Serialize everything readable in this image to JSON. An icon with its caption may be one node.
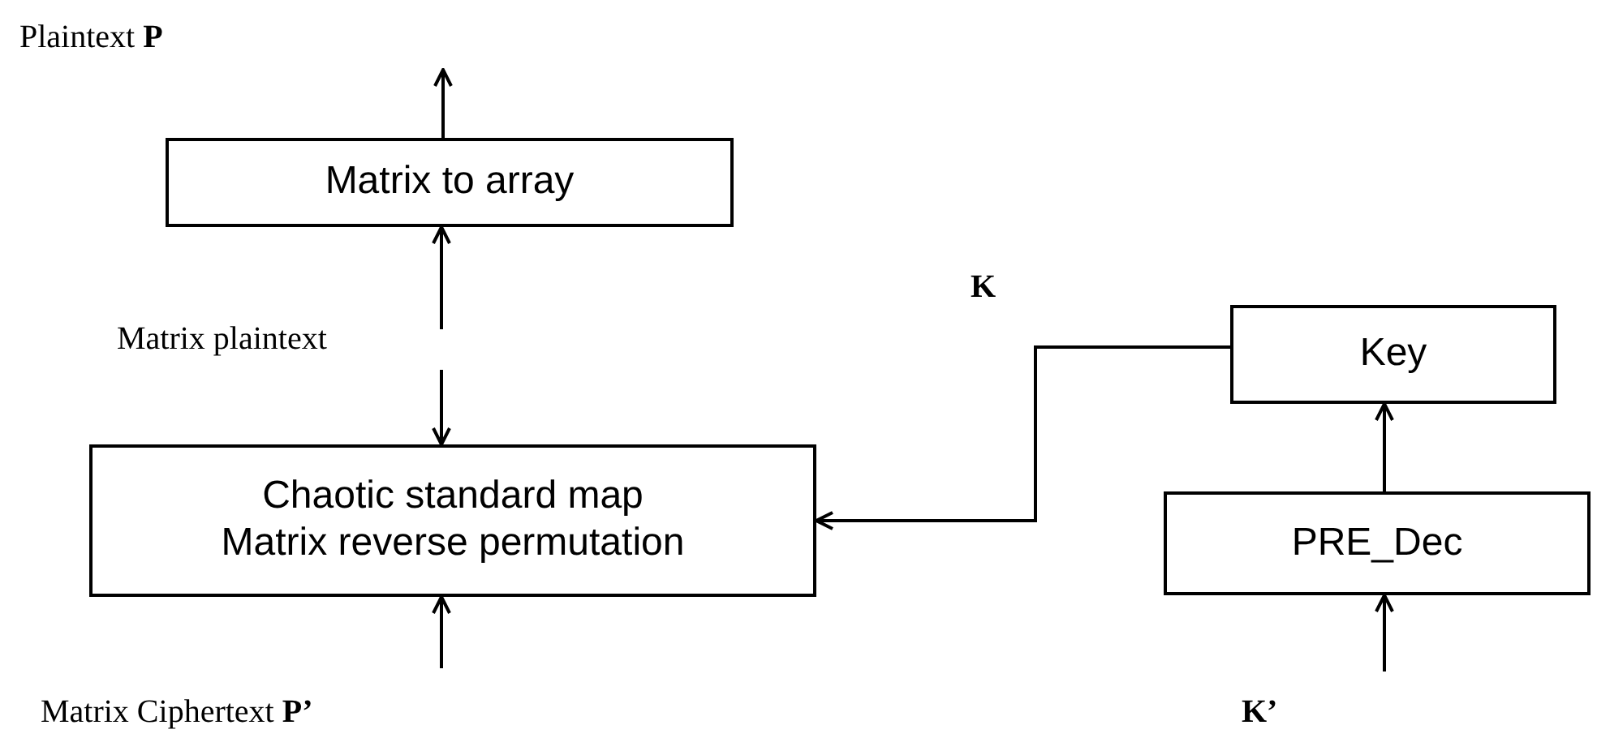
{
  "diagram": {
    "nodes": [
      {
        "text": [
          "Matrix to array"
        ]
      },
      {
        "text": [
          "Chaotic standard map",
          "Matrix reverse permutation"
        ]
      },
      {
        "text": [
          "Key"
        ]
      },
      {
        "text": [
          "PRE_Dec"
        ]
      }
    ],
    "edges": [
      {
        "from": 0,
        "to": null,
        "arrow": "to"
      },
      {
        "from": null,
        "to": 0,
        "arrow": "to"
      },
      {
        "from": null,
        "to": 1,
        "arrow": "to"
      },
      {
        "from": null,
        "to": 1,
        "arrow": "to"
      },
      {
        "from": 2,
        "to": 1,
        "arrow": "to"
      },
      {
        "from": 3,
        "to": 2,
        "arrow": "to"
      },
      {
        "from": null,
        "to": 3,
        "arrow": "to"
      }
    ],
    "labels": [
      "Plaintext **P**",
      "Matrix plaintext",
      "K",
      "Matrix Ciphertext **P’**",
      "K’"
    ]
  }
}
